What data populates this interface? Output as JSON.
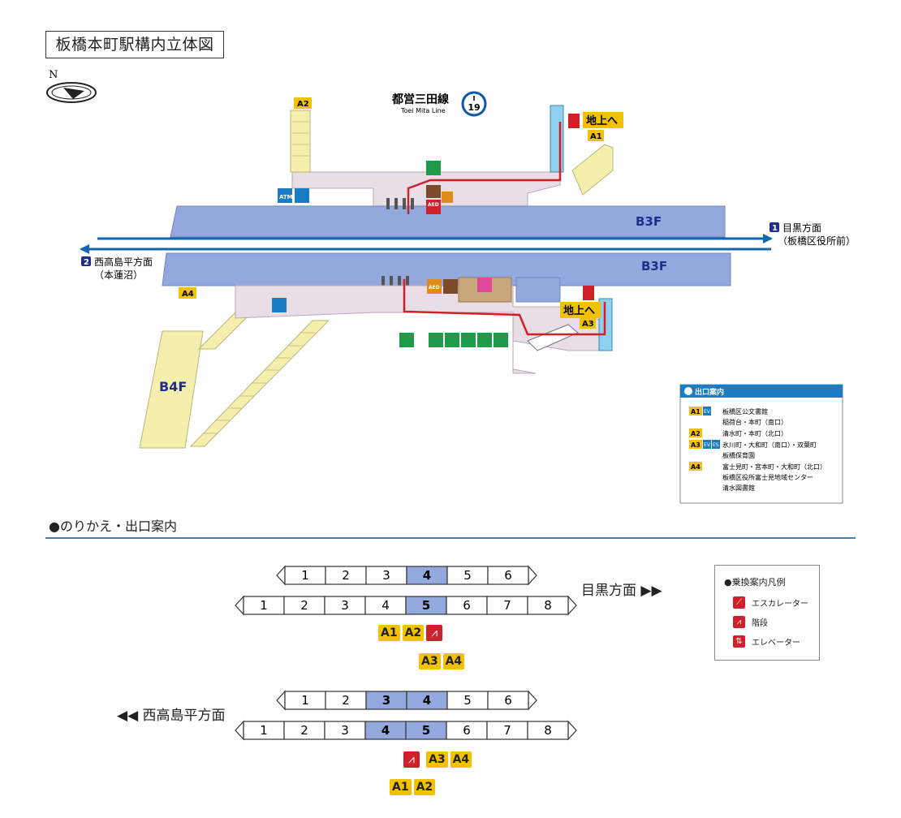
{
  "title": "板橋本町駅構内立体図",
  "compass_label": "N",
  "line": {
    "name": "都営三田線",
    "name_en": "Toei Mita Line",
    "badge_letter": "I",
    "badge_number": "19",
    "color": "#0a5aa8"
  },
  "floors": {
    "platform_upper": "B3F",
    "platform_lower": "B3F",
    "lower_level": "B4F"
  },
  "directions": {
    "east_number": "1",
    "east_main": "目黒方面",
    "east_sub": "（板橋区役所前）",
    "west_number": "2",
    "west_main": "西高島平方面",
    "west_sub": "（本蓮沼）"
  },
  "map_labels": {
    "exit_up_a1": "地上へ",
    "exit_up_a3": "地上へ",
    "atm": "ATM",
    "aed": "AED",
    "elevator_sign": "EV"
  },
  "exit_tags": {
    "a1": "A1",
    "a2": "A2",
    "a3": "A3",
    "a4": "A4"
  },
  "exit_guide": {
    "title": "出口案内",
    "rows": [
      {
        "tag": "A1",
        "badges": [
          "EV"
        ],
        "lines": [
          "板橋区公文書館",
          "稲荷台・本町（南口）"
        ]
      },
      {
        "tag": "A2",
        "badges": [],
        "lines": [
          "清水町・本町（北口）"
        ]
      },
      {
        "tag": "A3",
        "badges": [
          "EV",
          "ES"
        ],
        "lines": [
          "氷川町・大和町（南口）・双葉町",
          "板橋保育園"
        ]
      },
      {
        "tag": "A4",
        "badges": [],
        "lines": [
          "富士見町・宮本町・大和町（北口）",
          "板橋区役所富士見地域センター",
          "清水図書館"
        ]
      }
    ]
  },
  "transfer_section_title": "●のりかえ・出口案内",
  "car_guides": [
    {
      "direction_label": "目黒方面 ▶▶",
      "row6": [
        "1",
        "2",
        "3",
        "4",
        "5",
        "6"
      ],
      "row8": [
        "1",
        "2",
        "3",
        "4",
        "5",
        "6",
        "7",
        "8"
      ],
      "highlight6": [
        "4"
      ],
      "highlight8": [
        "5"
      ],
      "exits_line1": [
        "A1",
        "A2"
      ],
      "exits_line2": [
        "A3",
        "A4"
      ]
    },
    {
      "direction_label": "◀◀ 西高島平方面",
      "row6": [
        "1",
        "2",
        "3",
        "4",
        "5",
        "6"
      ],
      "row8": [
        "1",
        "2",
        "3",
        "4",
        "5",
        "6",
        "7",
        "8"
      ],
      "highlight6": [
        "3",
        "4"
      ],
      "highlight8": [
        "4",
        "5"
      ],
      "exits_line1": [
        "A3",
        "A4"
      ],
      "exits_line2": [
        "A1",
        "A2"
      ]
    }
  ],
  "legend": {
    "title": "●乗換案内凡例",
    "items": [
      {
        "icon": "escalator-icon",
        "label": "エスカレーター"
      },
      {
        "icon": "stairs-icon",
        "label": "階段"
      },
      {
        "icon": "elevator-icon",
        "label": "エレベーター"
      }
    ]
  },
  "colors": {
    "platform": "#93a9dd",
    "concourse": "#e9dde6",
    "stairs": "#f4efad",
    "exit_tag": "#f2c200",
    "route": "#d0202a",
    "rail": "#1265b0"
  }
}
